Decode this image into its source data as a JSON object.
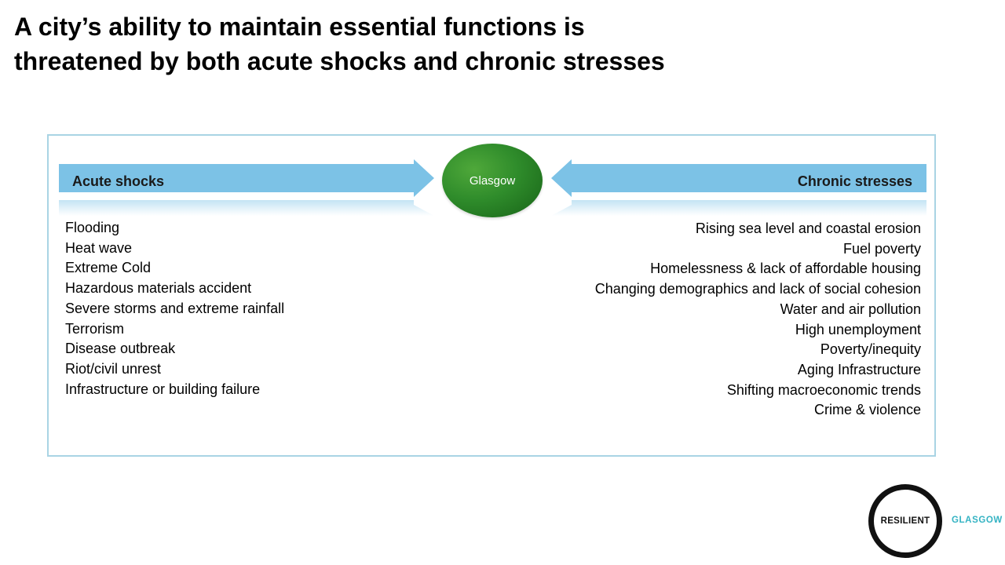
{
  "slide": {
    "title_lines": [
      "A city’s ability to maintain essential functions is",
      "threatened by both acute shocks and chronic stresses"
    ]
  },
  "diagram": {
    "center_label": "Glasgow",
    "left_arrow_label": "Acute shocks",
    "right_arrow_label": "Chronic stresses",
    "acute_shocks": [
      "Flooding",
      "Heat wave",
      "Extreme Cold",
      "Hazardous materials accident",
      "Severe storms and extreme rainfall",
      "Terrorism",
      "Disease outbreak",
      "Riot/civil unrest",
      "Infrastructure or building failure"
    ],
    "chronic_stresses": [
      "Rising sea level and coastal erosion",
      "Fuel poverty",
      "Homelessness & lack of affordable housing",
      "Changing demographics and lack of social cohesion",
      "Water and air pollution",
      "High unemployment",
      "Poverty/inequity",
      "Aging Infrastructure",
      "Shifting macroeconomic trends",
      "Crime & violence"
    ]
  },
  "logo": {
    "word": "RESILIENT",
    "city": "GLASGOW"
  },
  "colors": {
    "arrow_fill": "#7cc2e6",
    "frame_border": "#a9d4e4",
    "circle_green": "#2f8c2b",
    "logo_city": "#34b3c3"
  }
}
